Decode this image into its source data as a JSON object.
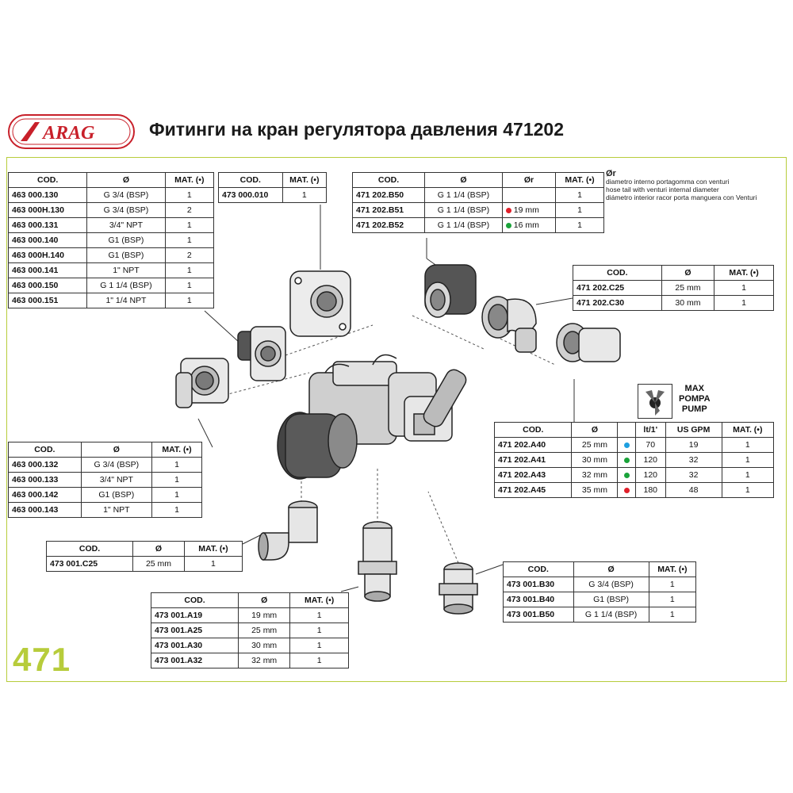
{
  "header": {
    "logo_text": "ARAG",
    "title": "Фитинги на кран регулятора давления 471202"
  },
  "series_number": "471",
  "colors": {
    "accent": "#b7cc3b",
    "logo_red": "#c8202a",
    "dot_blue": "#1e9fe0",
    "dot_green": "#1aa33a",
    "dot_red": "#e0202a"
  },
  "note": {
    "symbol": "Ør",
    "lines": [
      "diametro interno portagomma con venturi",
      "hose tail with venturi internal diameter",
      "diámetro interior racor porta manguera con Venturi"
    ]
  },
  "table_463_top": {
    "headers": [
      "COD.",
      "Ø",
      "MAT. (•)"
    ],
    "rows": [
      [
        "463 000.130",
        "G 3/4 (BSP)",
        "1"
      ],
      [
        "463 000H.130",
        "G 3/4 (BSP)",
        "2"
      ],
      [
        "463 000.131",
        "3/4\" NPT",
        "1"
      ],
      [
        "463 000.140",
        "G1 (BSP)",
        "1"
      ],
      [
        "463 000H.140",
        "G1 (BSP)",
        "2"
      ],
      [
        "463 000.141",
        "1\" NPT",
        "1"
      ],
      [
        "463 000.150",
        "G 1 1/4 (BSP)",
        "1"
      ],
      [
        "463 000.151",
        "1\" 1/4 NPT",
        "1"
      ]
    ]
  },
  "table_473_010": {
    "headers": [
      "COD.",
      "MAT. (•)"
    ],
    "rows": [
      [
        "473 000.010",
        "1"
      ]
    ]
  },
  "table_471_b": {
    "headers": [
      "COD.",
      "Ø",
      "Ør",
      "MAT. (•)"
    ],
    "rows": [
      [
        "471 202.B50",
        "G 1 1/4 (BSP)",
        "",
        "",
        "1"
      ],
      [
        "471 202.B51",
        "G 1 1/4 (BSP)",
        "red",
        "19 mm",
        "1"
      ],
      [
        "471 202.B52",
        "G 1 1/4 (BSP)",
        "green",
        "16 mm",
        "1"
      ]
    ]
  },
  "table_471_c": {
    "headers": [
      "COD.",
      "Ø",
      "MAT. (•)"
    ],
    "rows": [
      [
        "471 202.C25",
        "25 mm",
        "1"
      ],
      [
        "471 202.C30",
        "30 mm",
        "1"
      ]
    ]
  },
  "max_pump": {
    "lines": [
      "MAX",
      "POMPA",
      "PUMP"
    ]
  },
  "table_471_a": {
    "headers": [
      "COD.",
      "Ø",
      "",
      "lt/1'",
      "US GPM",
      "MAT. (•)"
    ],
    "rows": [
      [
        "471 202.A40",
        "25 mm",
        "blue",
        "70",
        "19",
        "1"
      ],
      [
        "471 202.A41",
        "30 mm",
        "green",
        "120",
        "32",
        "1"
      ],
      [
        "471 202.A43",
        "32 mm",
        "green",
        "120",
        "32",
        "1"
      ],
      [
        "471 202.A45",
        "35 mm",
        "red",
        "180",
        "48",
        "1"
      ]
    ]
  },
  "table_463_bottom": {
    "headers": [
      "COD.",
      "Ø",
      "MAT. (•)"
    ],
    "rows": [
      [
        "463 000.132",
        "G 3/4 (BSP)",
        "1"
      ],
      [
        "463 000.133",
        "3/4\" NPT",
        "1"
      ],
      [
        "463 000.142",
        "G1 (BSP)",
        "1"
      ],
      [
        "463 000.143",
        "1\" NPT",
        "1"
      ]
    ]
  },
  "table_473_c25": {
    "headers": [
      "COD.",
      "Ø",
      "MAT. (•)"
    ],
    "rows": [
      [
        "473 001.C25",
        "25 mm",
        "1"
      ]
    ]
  },
  "table_473_a": {
    "headers": [
      "COD.",
      "Ø",
      "MAT. (•)"
    ],
    "rows": [
      [
        "473 001.A19",
        "19 mm",
        "1"
      ],
      [
        "473 001.A25",
        "25 mm",
        "1"
      ],
      [
        "473 001.A30",
        "30 mm",
        "1"
      ],
      [
        "473 001.A32",
        "32 mm",
        "1"
      ]
    ]
  },
  "table_473_b": {
    "headers": [
      "COD.",
      "Ø",
      "MAT. (•)"
    ],
    "rows": [
      [
        "473 001.B30",
        "G 3/4 (BSP)",
        "1"
      ],
      [
        "473 001.B40",
        "G1 (BSP)",
        "1"
      ],
      [
        "473 001.B50",
        "G 1 1/4 (BSP)",
        "1"
      ]
    ]
  }
}
